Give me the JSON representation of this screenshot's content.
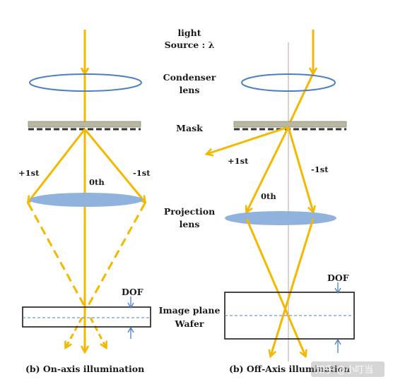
{
  "labels": {
    "light_line1": "light",
    "light_line2": "Source : λ",
    "condenser_line1": "Condenser",
    "condenser_line2": "lens",
    "mask": "Mask",
    "projection_line1": "Projection",
    "projection_line2": "lens",
    "image_plane_line1": "Image plane",
    "image_plane_line2": "Wafer"
  },
  "left_panel": {
    "plus_first": "+1st",
    "zeroth": "0th",
    "minus_first": "-1st",
    "dof": "DOF",
    "caption": "(b) On-axis illumination"
  },
  "right_panel": {
    "plus_first": "+1st",
    "zeroth": "0th",
    "minus_first": "-1st",
    "dof": "DOF",
    "caption": "(b) Off-Axis illumination"
  },
  "watermark": "知乎 @小叮当",
  "colors": {
    "beam": "#f5b800",
    "lens_outline": "#4a7fc1",
    "projection_lens": "#8fb3dd",
    "mask_plate": "#b8b8a2",
    "mask_dash": "#333333",
    "dof_arrow": "#4a7fc1",
    "axis_line": "#c8b8b0"
  }
}
